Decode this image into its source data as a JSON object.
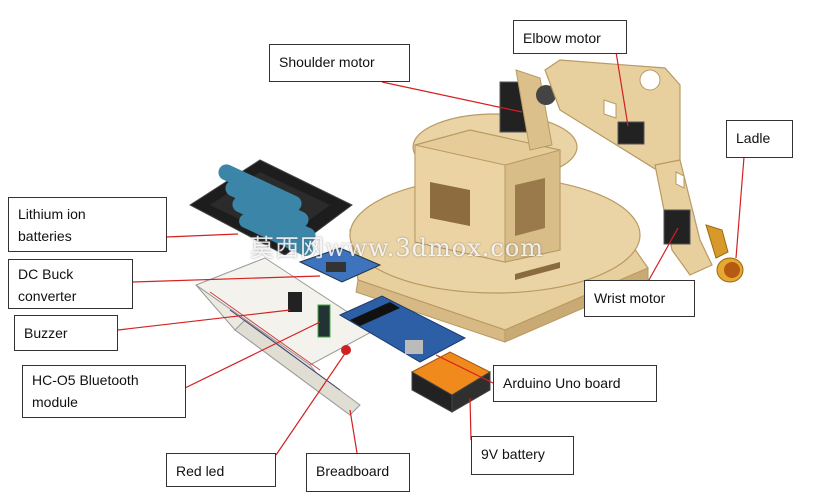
{
  "labels": {
    "shoulder_motor": "Shoulder  motor",
    "elbow_motor": "Elbow motor",
    "ladle": "Ladle",
    "lithium_line1": "Lithium ion",
    "lithium_line2": "batteries",
    "dc_buck_line1": "DC Buck",
    "dc_buck_line2": "converter",
    "buzzer": "Buzzer",
    "hc05_line1": "HC-O5 Bluetooth",
    "hc05_line2": "module",
    "wrist_motor": "Wrist motor",
    "arduino": "Arduino Uno board",
    "battery_9v": "9V battery",
    "red_led": "Red led",
    "breadboard": "Breadboard"
  },
  "watermark": "莫西网www.3dmox.com",
  "colors": {
    "leader_line": "#d42020",
    "wood": "#e8cf9e",
    "wood_edge": "#b99a62",
    "battery_cell": "#3b86a8",
    "pcb_blue": "#2d5fa6",
    "battery_orange": "#f08a1c"
  }
}
